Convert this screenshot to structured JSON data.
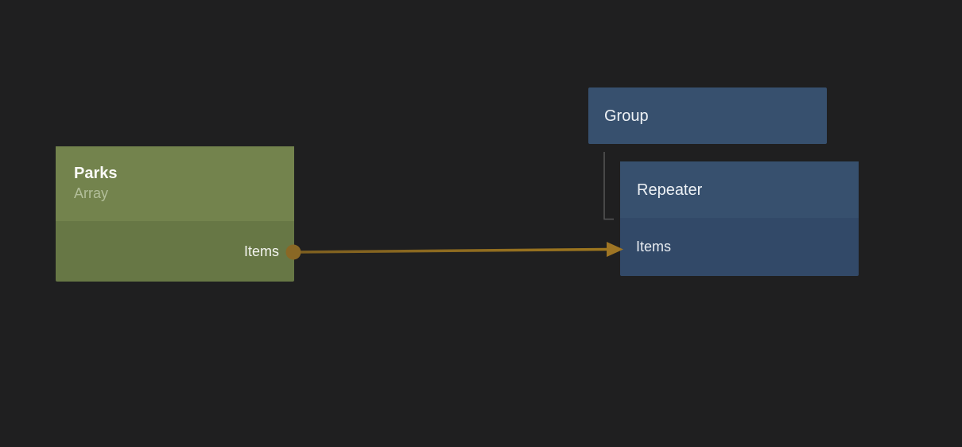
{
  "canvas": {
    "background_color": "#1F1F20"
  },
  "nodes": {
    "parks": {
      "title": "Parks",
      "subtitle": "Array",
      "port_label": "Items",
      "port_direction": "output",
      "header_color": "#73834D",
      "body_color": "#677745",
      "subtitle_color": "#B2BE99"
    },
    "group": {
      "title": "Group",
      "header_color": "#37506E"
    },
    "repeater": {
      "title": "Repeater",
      "port_label": "Items",
      "port_direction": "input",
      "header_color": "#37506E",
      "body_color": "#324968"
    }
  },
  "connection": {
    "from_node": "Parks",
    "from_port": "Items",
    "to_node": "Repeater",
    "to_port": "Items",
    "wire_color_start": "#7C5E20",
    "wire_color_end": "#A0781F",
    "arrow_color": "#9E7524",
    "dot_color": "#8A6825"
  },
  "hierarchy": {
    "parent_node": "Group",
    "child_node": "Repeater",
    "line_color": "#565656"
  }
}
